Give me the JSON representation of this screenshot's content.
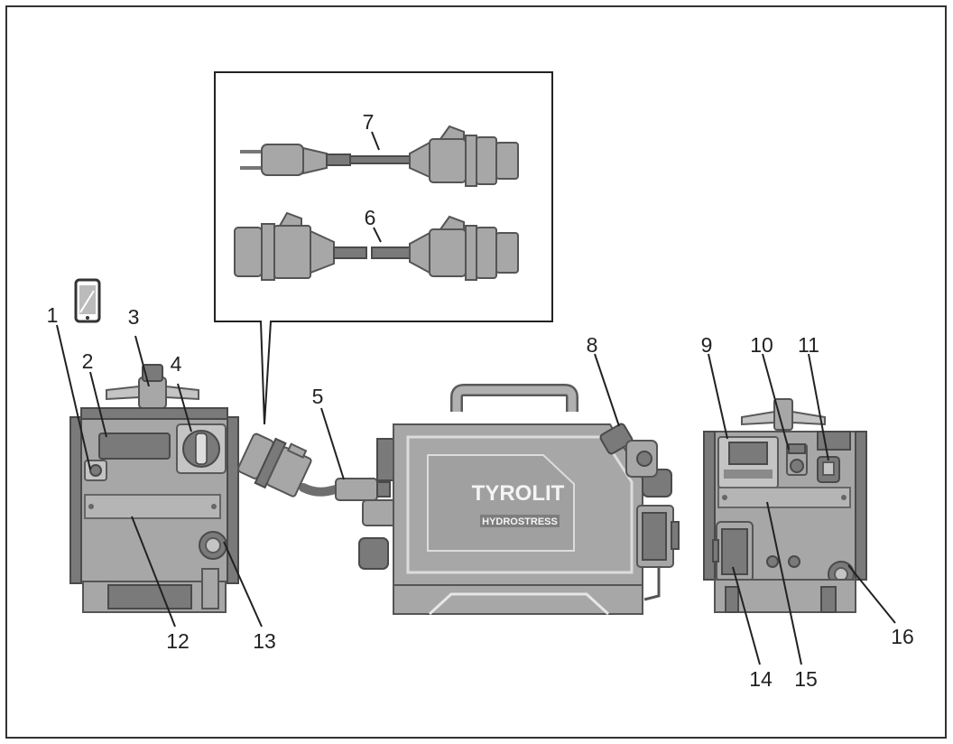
{
  "callouts": [
    {
      "id": "1",
      "text": "1"
    },
    {
      "id": "2",
      "text": "2"
    },
    {
      "id": "3",
      "text": "3"
    },
    {
      "id": "4",
      "text": "4"
    },
    {
      "id": "5",
      "text": "5"
    },
    {
      "id": "6",
      "text": "6"
    },
    {
      "id": "7",
      "text": "7"
    },
    {
      "id": "8",
      "text": "8"
    },
    {
      "id": "9",
      "text": "9"
    },
    {
      "id": "10",
      "text": "10"
    },
    {
      "id": "11",
      "text": "11"
    },
    {
      "id": "12",
      "text": "12"
    },
    {
      "id": "13",
      "text": "13"
    },
    {
      "id": "14",
      "text": "14"
    },
    {
      "id": "15",
      "text": "15"
    },
    {
      "id": "16",
      "text": "16"
    }
  ],
  "branding": {
    "logo": "TYROLIT",
    "sublogo": "HYDROSTRESS"
  },
  "icons": {
    "smartphone": "smartphone-icon"
  },
  "colors": {
    "machine_body": "#a7a7a7",
    "machine_dark": "#7a7a7a",
    "labels": "#222222"
  }
}
